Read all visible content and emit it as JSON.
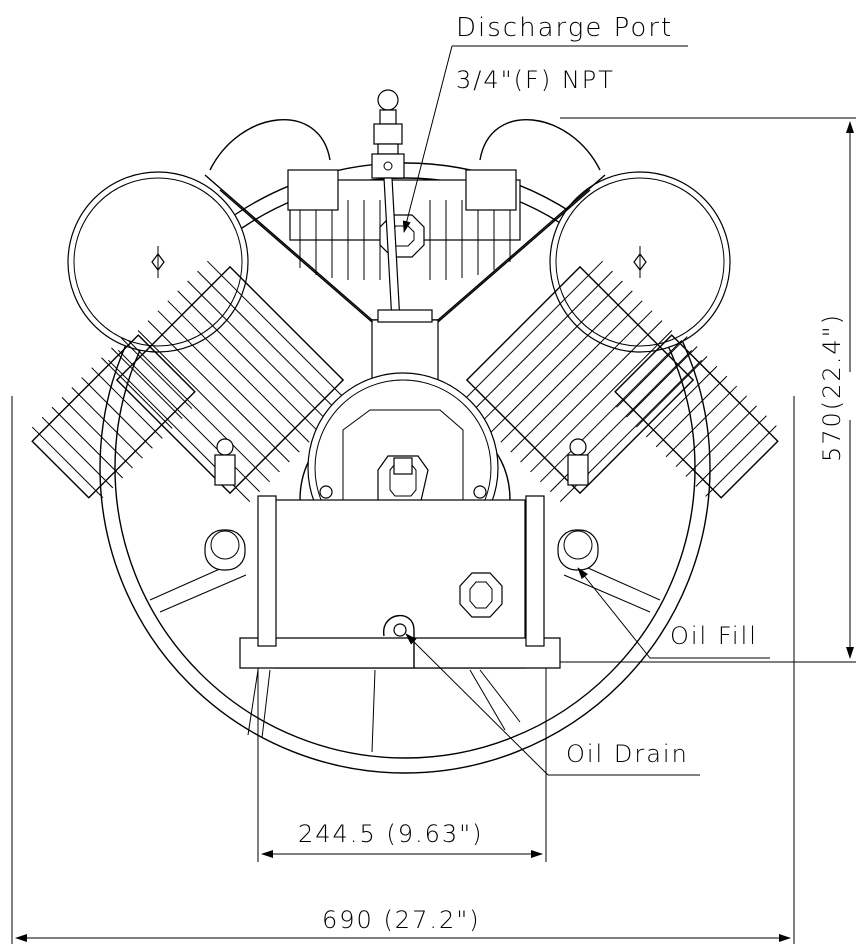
{
  "callouts": {
    "discharge_port": "Discharge Port",
    "discharge_size": "3/4\"(F) NPT",
    "oil_fill": "Oil Fill",
    "oil_drain": "Oil Drain"
  },
  "dimensions": {
    "height": "570(22.4\")",
    "base_width": "244.5 (9.63\")",
    "overall_width": "690 (27.2\")"
  }
}
